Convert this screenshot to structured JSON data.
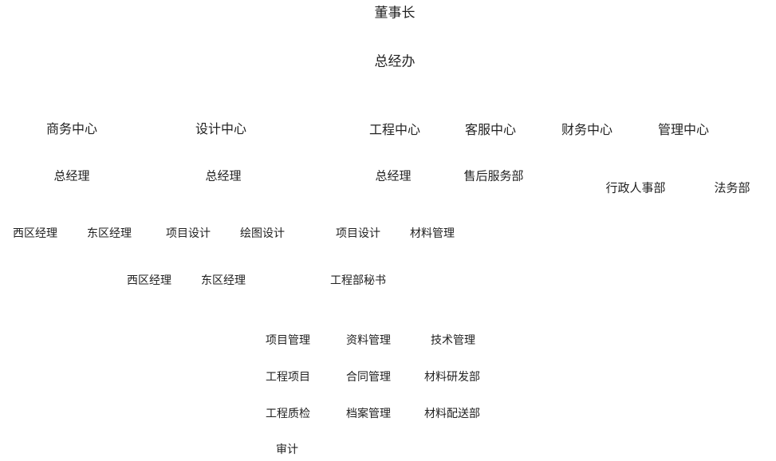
{
  "chairman": "董事长",
  "general_office": "总经办",
  "centers": {
    "business": "商务中心",
    "design": "设计中心",
    "engineering": "工程中心",
    "customer_service": "客服中心",
    "finance": "财务中心",
    "management": "管理中心"
  },
  "level3": {
    "business_gm": "总经理",
    "design_gm": "总经理",
    "engineering_gm": "总经理",
    "after_sales": "售后服务部",
    "admin_hr": "行政人事部",
    "legal": "法务部"
  },
  "level4": {
    "west_manager_a": "西区经理",
    "east_manager_a": "东区经理",
    "project_design_a": "项目设计",
    "drawing_design": "绘图设计",
    "project_design_b": "项目设计",
    "material_management": "材料管理",
    "west_manager_b": "西区经理",
    "east_manager_b": "东区经理",
    "engineering_secretary": "工程部秘书"
  },
  "level5": {
    "project_management": "项目管理",
    "data_management": "资料管理",
    "technical_management": "技术管理",
    "engineering_project": "工程项目",
    "contract_management": "合同管理",
    "material_rd": "材料研发部",
    "quality_inspection": "工程质检",
    "archive_management": "档案管理",
    "material_distribution": "材料配送部",
    "audit": "审计"
  }
}
